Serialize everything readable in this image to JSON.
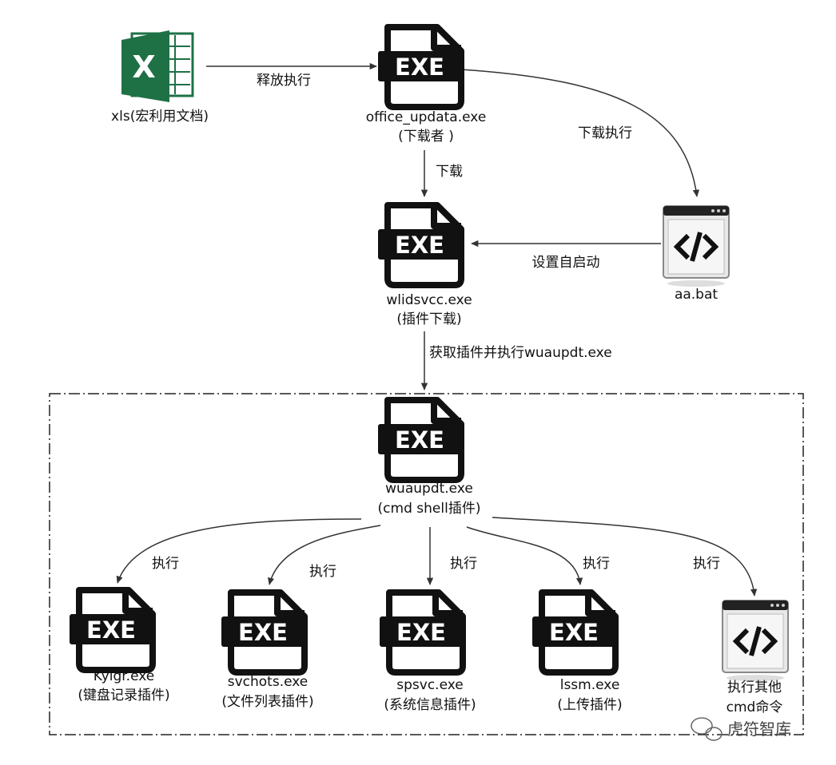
{
  "nodes": {
    "xls": {
      "icon": "excel-file-icon",
      "label": "xls(宏利用文档)"
    },
    "office_updata": {
      "icon": "exe-file-icon",
      "badge": "EXE",
      "line1": "office_updata.exe",
      "line2": "(下载者 )"
    },
    "aa_bat": {
      "icon": "script-window-icon",
      "label": "aa.bat"
    },
    "wlidsvcc": {
      "icon": "exe-file-icon",
      "badge": "EXE",
      "line1": "wlidsvcc.exe",
      "line2": "(插件下载)"
    },
    "wuaupdt": {
      "icon": "exe-file-icon",
      "badge": "EXE",
      "line1": "wuaupdt.exe",
      "line2": "(cmd shell插件)"
    },
    "kylgr": {
      "icon": "exe-file-icon",
      "badge": "EXE",
      "line1": "Kylgr.exe",
      "line2": "(键盘记录插件)"
    },
    "svchots": {
      "icon": "exe-file-icon",
      "badge": "EXE",
      "line1": "svchots.exe",
      "line2": "(文件列表插件)"
    },
    "spsvc": {
      "icon": "exe-file-icon",
      "badge": "EXE",
      "line1": "spsvc.exe",
      "line2": "(系统信息插件)"
    },
    "lssm": {
      "icon": "exe-file-icon",
      "badge": "EXE",
      "line1": "lssm.exe",
      "line2": "(上传插件)"
    },
    "other_cmd": {
      "icon": "script-window-icon",
      "line1": "执行其他",
      "line2": "cmd命令"
    }
  },
  "edges": {
    "release": "释放执行",
    "download": "下载",
    "download_exec": "下载执行",
    "autostart": "设置自启动",
    "fetch_plugin": "获取插件并执行wuaupdt.exe",
    "exec1": "执行",
    "exec2": "执行",
    "exec3": "执行",
    "exec4": "执行",
    "exec5": "执行"
  },
  "watermark": "虎符智库",
  "colors": {
    "excel_green": "#1e7145",
    "excel_dark": "#185c37",
    "icon_black": "#111111",
    "arrow": "#333333"
  }
}
